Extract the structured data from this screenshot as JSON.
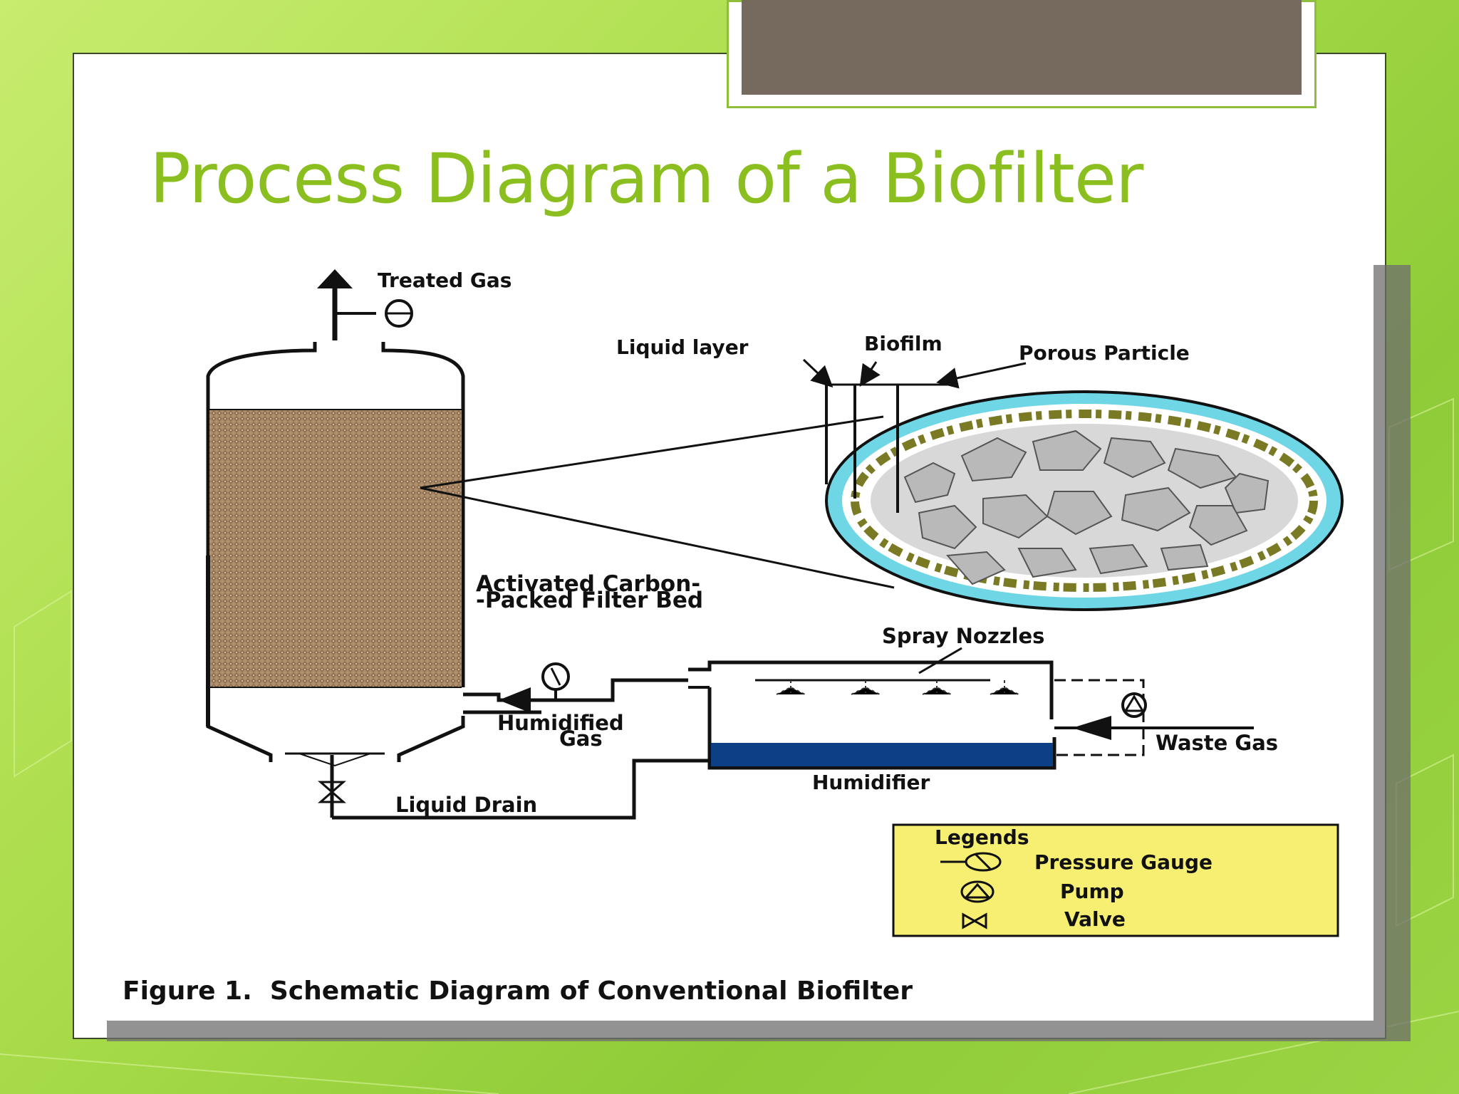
{
  "slide": {
    "title": "Process Diagram of a Biofilter"
  },
  "diagram": {
    "labels": {
      "treated_gas": "Treated Gas",
      "liquid_layer": "Liquid layer",
      "biofilm": "Biofilm",
      "porous_particle": "Porous Particle",
      "filter_bed_line1": "Activated Carbon-",
      "filter_bed_line2": "-Packed Filter Bed",
      "spray_nozzles": "Spray Nozzles",
      "humidified_line1": "Humidified",
      "humidified_line2": "Gas",
      "waste_gas": "Waste Gas",
      "humidifier": "Humidifier",
      "liquid_drain": "Liquid Drain"
    },
    "legend": {
      "title": "Legends",
      "items": [
        "Pressure Gauge",
        "Pump",
        "Valve"
      ]
    },
    "caption": "Figure 1.  Schematic Diagram of Conventional Biofilter",
    "colors": {
      "filter_bed": "#a8896a",
      "water": "#0b3f86",
      "particle_ring": "#6fd6e6",
      "particle_core": "#b9b9b9",
      "biofilm": "#8a8a2e",
      "legend_bg": "#f6ef72",
      "title": "#8bbf1f"
    }
  }
}
